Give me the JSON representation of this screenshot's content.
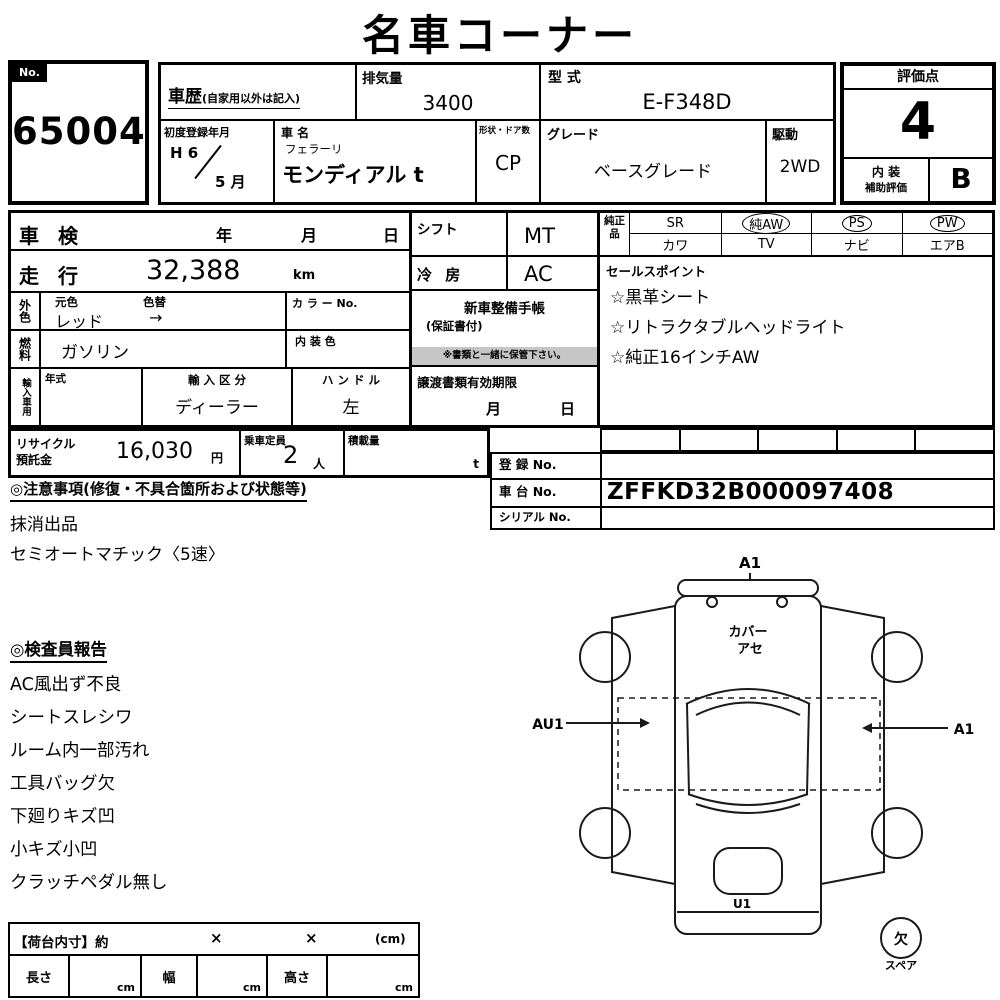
{
  "title": "名車コーナー",
  "colors": {
    "note_strip_bg": "#c6c6c6",
    "line": "#000000"
  },
  "no_box": {
    "label": "No.",
    "value": "65004"
  },
  "header": {
    "history_label": "車歴",
    "history_note": "(自家用以外は記入)",
    "displacement_label": "排気量",
    "displacement_value": "3400",
    "model_code_label": "型 式",
    "model_code_value": "E-F348D",
    "first_reg_label": "初度登録年月",
    "first_reg_era": "H 6",
    "first_reg_month": "5 月",
    "car_name_label": "車 名",
    "car_brand": "フェラーリ",
    "car_name_value": "モンディアル t",
    "body_doors_label": "形状・ドア数",
    "body_doors_value": "CP",
    "grade_label": "グレード",
    "grade_value": "ベースグレード",
    "drive_label": "駆動",
    "drive_value": "2WD"
  },
  "rating": {
    "label": "評価点",
    "score": "4",
    "interior_label_top": "内 装",
    "interior_label_bottom": "補助評価",
    "interior_value": "B"
  },
  "left_panel": {
    "inspection_label": "車 検",
    "inspection_year": "年",
    "inspection_month": "月",
    "inspection_day": "日",
    "mileage_label": "走 行",
    "mileage_value": "32,388",
    "mileage_unit": "km",
    "exterior_label": "外色",
    "orig_color_label": "元色",
    "color_change_label": "色替",
    "exterior_value": "レッド",
    "exterior_arrow": "→",
    "color_no_label": "カ ラ ー No.",
    "fuel_label": "燃料",
    "fuel_value": "ガソリン",
    "interior_color_label": "内 装 色",
    "import_label": "輸入車用",
    "import_year_label": "年式",
    "import_division_label": "輸 入 区 分",
    "import_division_value": "ディーラー",
    "handle_label": "ハ ン ド ル",
    "handle_value": "左"
  },
  "mid_panel": {
    "shift_label": "シフト",
    "shift_value": "MT",
    "aircon_label": "冷 房",
    "aircon_value": "AC",
    "service_book_line1": "新車整備手帳",
    "service_book_line2": "(保証書付)",
    "service_book_note": "※書類と一緒に保管下さい。",
    "transfer_label": "譲渡書類有効期限",
    "transfer_month": "月",
    "transfer_day": "日"
  },
  "genuine": {
    "label": "純正品",
    "row1": [
      "SR",
      "純AW",
      "PS",
      "PW"
    ],
    "row2": [
      "カワ",
      "TV",
      "ナビ",
      "エアB"
    ],
    "circled_row1": [
      false,
      true,
      true,
      true
    ]
  },
  "sales_points": {
    "label": "セールスポイント",
    "items": [
      "☆黒革シート",
      "☆リトラクタブルヘッドライト",
      "☆純正16インチAW"
    ]
  },
  "row3": {
    "recycle_label_top": "リサイクル",
    "recycle_label_bottom": "預託金",
    "recycle_value": "16,030",
    "recycle_unit": "円",
    "capacity_label": "乗車定員",
    "capacity_value": "2",
    "capacity_unit": "人",
    "load_label": "積載量",
    "load_unit": "t"
  },
  "registration": {
    "reg_label": "登 録 No.",
    "chassis_label": "車 台 No.",
    "chassis_value": "ZFFKD32B000097408",
    "serial_label": "シリアル No."
  },
  "notes": {
    "heading": "◎注意事項(修復・不具合箇所および状態等)",
    "items": [
      "抹消出品",
      "セミオートマチック〈5速〉"
    ]
  },
  "inspector_report": {
    "heading": "◎検査員報告",
    "items": [
      "AC風出ず不良",
      "シートスレシワ",
      "ルーム内一部汚れ",
      "工具バッグ欠",
      "下廻りキズ凹",
      "小キズ小凹",
      "クラッチペダル無し"
    ]
  },
  "diagram": {
    "label_top": "A1",
    "cover_line1": "カバー",
    "cover_line2": "アセ",
    "label_left": "AU1",
    "label_right": "A1",
    "label_bottom": "U1",
    "spare_mark": "欠",
    "spare_label": "スペア"
  },
  "cargo": {
    "heading": "【荷台内寸】約",
    "times1": "×",
    "times2": "×",
    "unit": "(cm)",
    "length_label": "長さ",
    "width_label": "幅",
    "height_label": "高さ",
    "cm1": "cm",
    "cm2": "cm",
    "cm3": "cm"
  }
}
